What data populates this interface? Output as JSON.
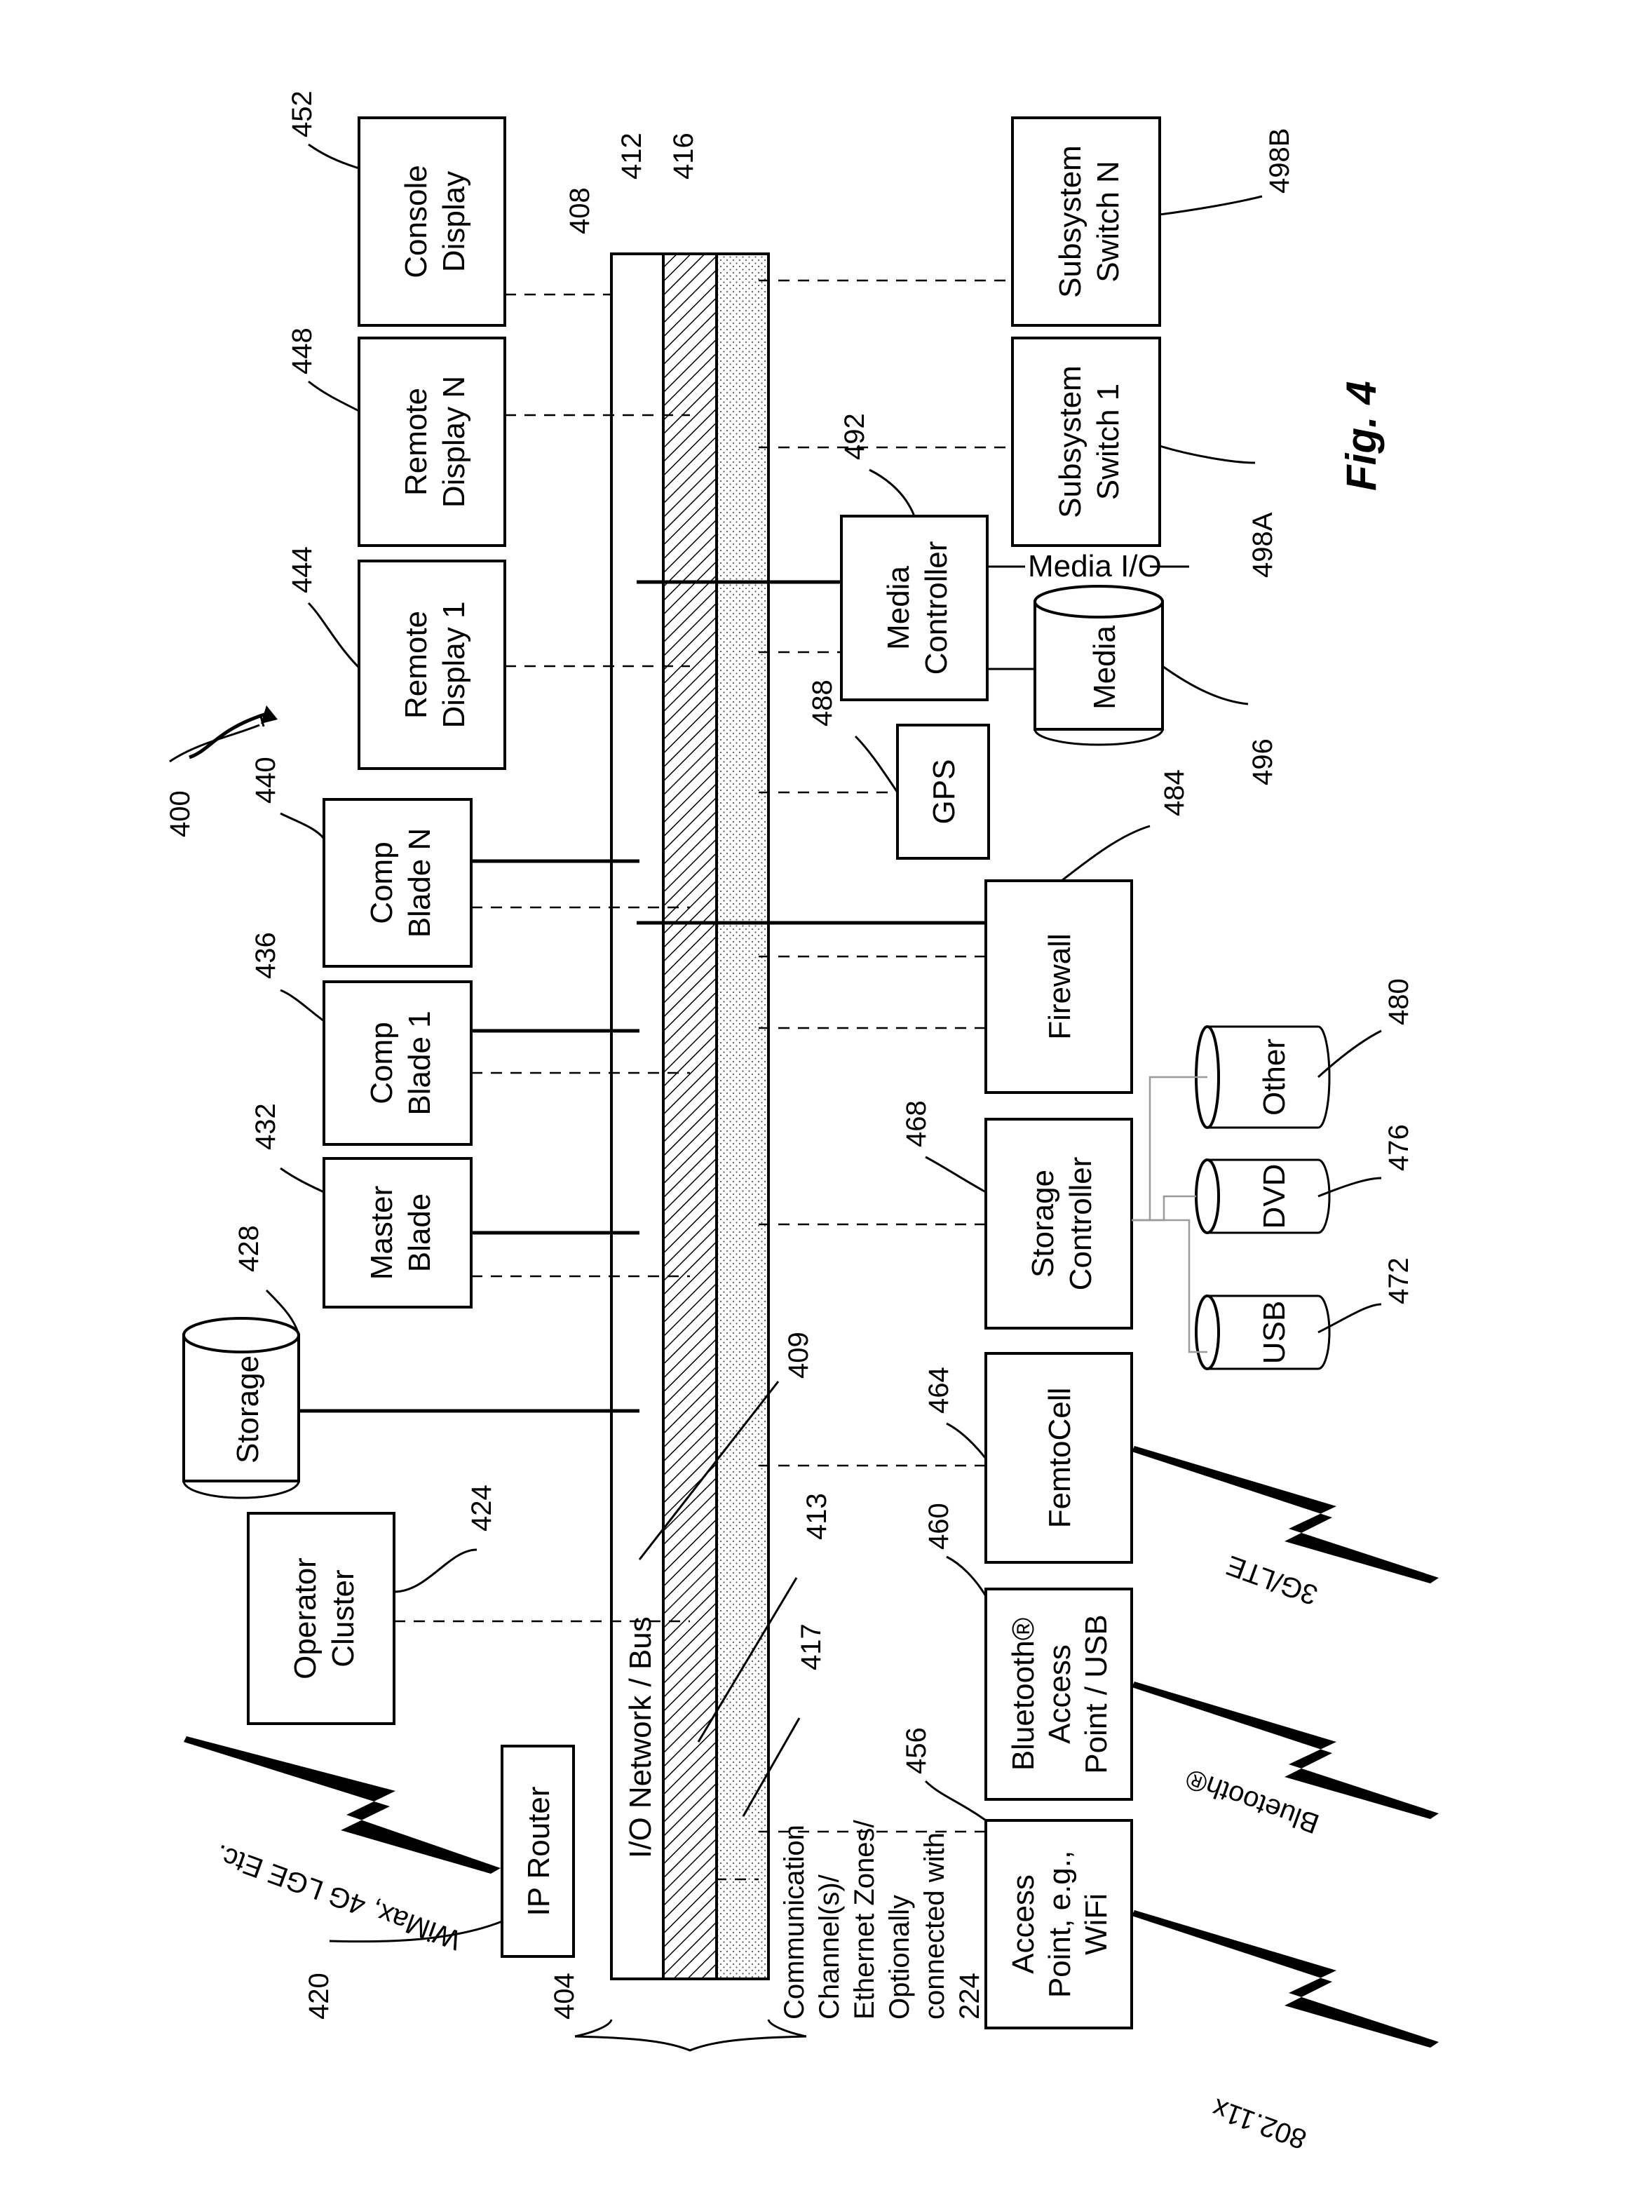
{
  "figure_title": "Fig. 4",
  "system_ref": "400",
  "bus": {
    "label": "I/O Network / Bus",
    "ref": "404",
    "layer_refs": [
      "408",
      "412",
      "416"
    ],
    "inner_refs": [
      "409",
      "413",
      "417"
    ],
    "brace_text": [
      "Communication",
      "Channel(s)/",
      "Ethernet Zones/",
      "Optionally",
      "connected with",
      "224"
    ]
  },
  "components": {
    "ip_router": {
      "lines": [
        "IP Router"
      ],
      "ref": "420"
    },
    "operator_cluster": {
      "lines": [
        "Operator",
        "Cluster"
      ],
      "ref": "424"
    },
    "storage": {
      "lines": [
        "Storage"
      ],
      "ref": "428"
    },
    "master_blade": {
      "lines": [
        "Master",
        "Blade"
      ],
      "ref": "432"
    },
    "comp_blade_1": {
      "lines": [
        "Comp",
        "Blade 1"
      ],
      "ref": "436"
    },
    "comp_blade_n": {
      "lines": [
        "Comp",
        "Blade N"
      ],
      "ref": "440"
    },
    "remote_display_1": {
      "lines": [
        "Remote",
        "Display 1"
      ],
      "ref": "444"
    },
    "remote_display_n": {
      "lines": [
        "Remote",
        "Display N"
      ],
      "ref": "448"
    },
    "console_display": {
      "lines": [
        "Console",
        "Display"
      ],
      "ref": "452"
    },
    "access_point": {
      "lines": [
        "Access",
        "Point, e.g.,",
        "WiFi"
      ],
      "ref": "456"
    },
    "bluetooth_ap": {
      "lines": [
        "Bluetooth®",
        "Access",
        "Point / USB"
      ],
      "ref": "460"
    },
    "femtocell": {
      "lines": [
        "FemtoCell"
      ],
      "ref": "464"
    },
    "storage_controller": {
      "lines": [
        "Storage",
        "Controller"
      ],
      "ref": "468"
    },
    "usb": {
      "lines": [
        "USB"
      ],
      "ref": "472"
    },
    "dvd": {
      "lines": [
        "DVD"
      ],
      "ref": "476"
    },
    "other": {
      "lines": [
        "Other"
      ],
      "ref": "480"
    },
    "firewall": {
      "lines": [
        "Firewall"
      ],
      "ref": "484"
    },
    "gps": {
      "lines": [
        "GPS"
      ],
      "ref": "488"
    },
    "media_controller": {
      "lines": [
        "Media",
        "Controller"
      ],
      "ref": "492"
    },
    "media": {
      "lines": [
        "Media"
      ],
      "ref": "496"
    },
    "subsystem_switch_1": {
      "lines": [
        "Subsystem",
        "Switch 1"
      ],
      "ref": "498A"
    },
    "subsystem_switch_n": {
      "lines": [
        "Subsystem",
        "Switch N"
      ],
      "ref": "498B"
    }
  },
  "media_io_label": "Media I/O",
  "wireless_labels": {
    "wimax": "WiMax, 4G LGE Etc.",
    "wifi": "802.11x",
    "bluetooth": "Bluetooth®",
    "cellular": "3G/LTE"
  }
}
